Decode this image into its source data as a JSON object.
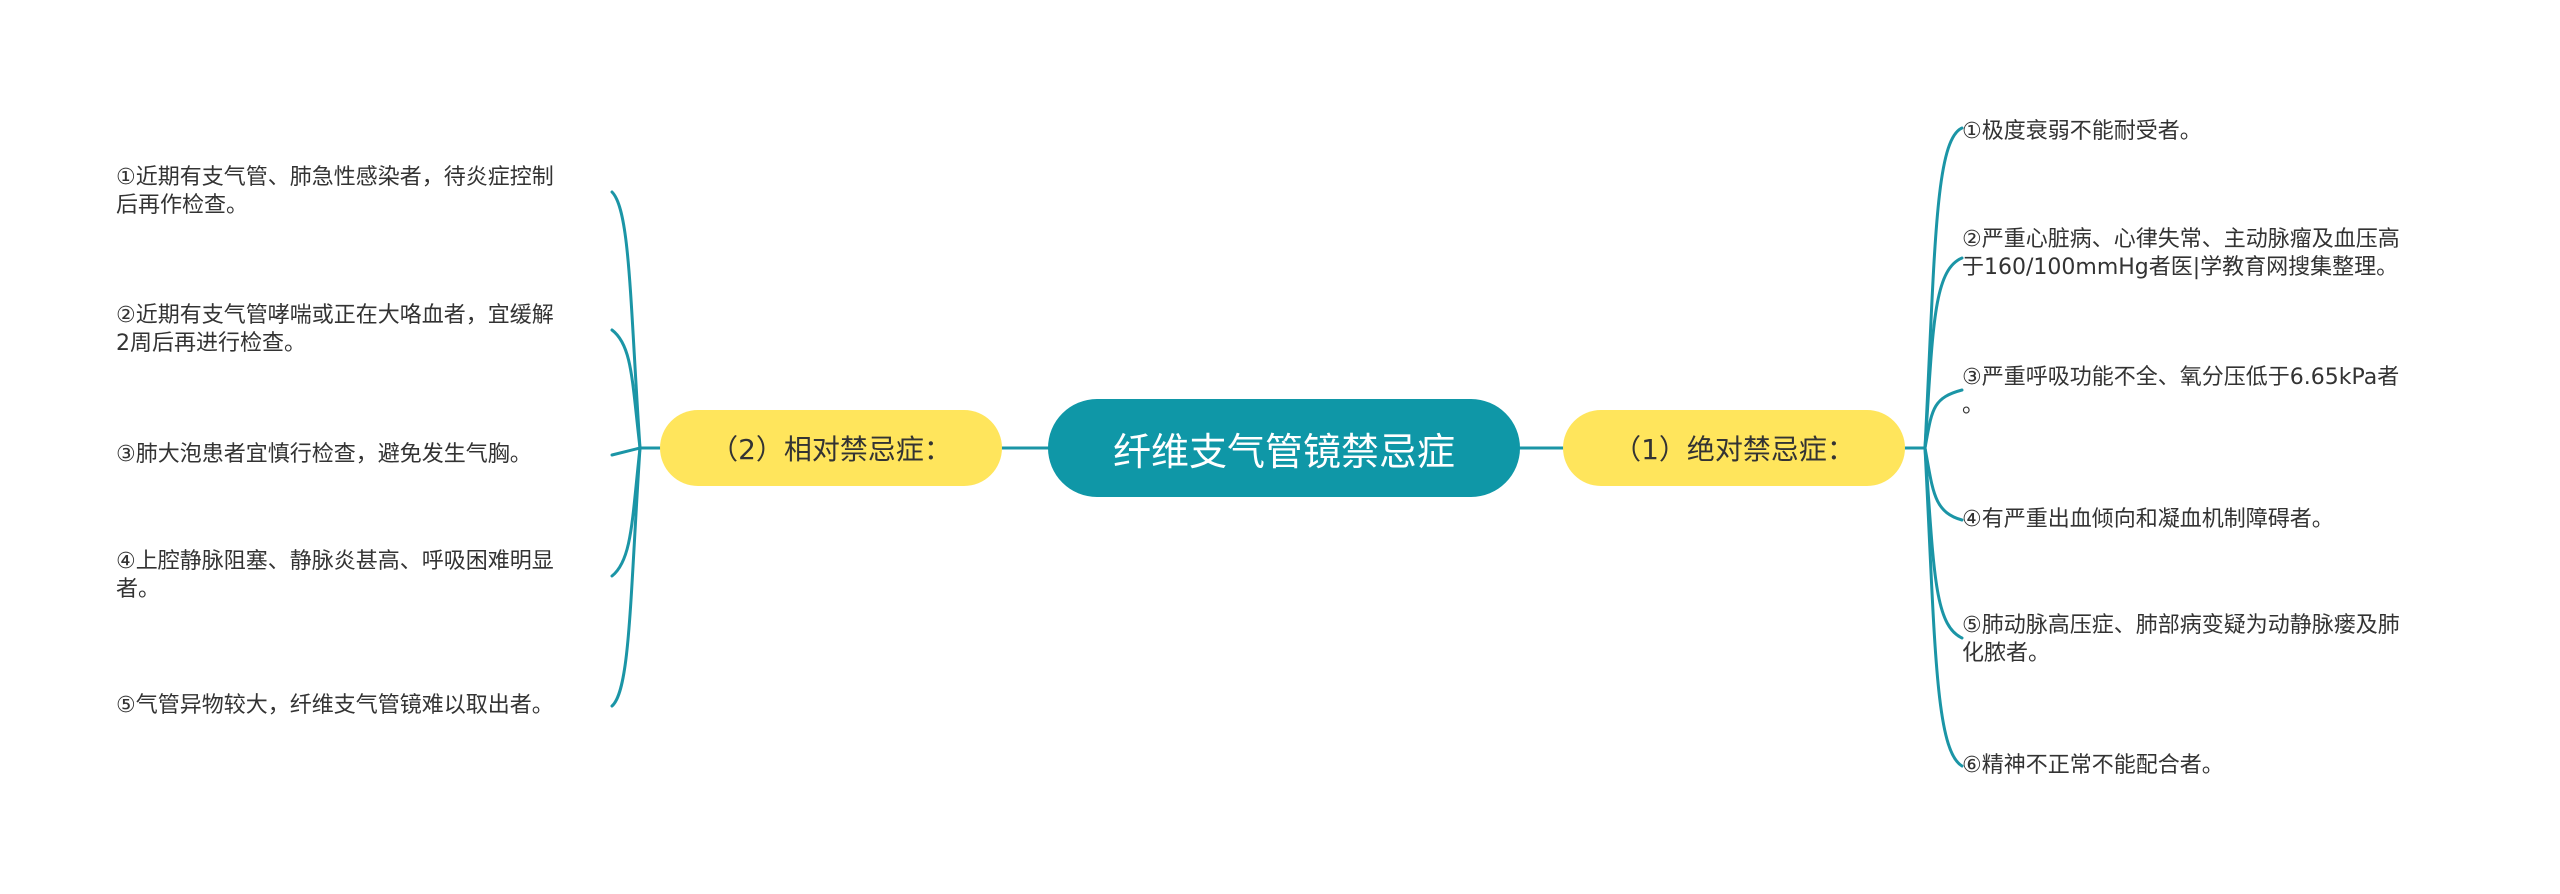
{
  "center": {
    "title": "纤维支气管镜禁忌症"
  },
  "branches": {
    "left": {
      "label": "（2）相对禁忌症："
    },
    "right": {
      "label": "（1）绝对禁忌症："
    }
  },
  "left_items": [
    "①近期有支气管、肺急性感染者，待炎症控制\n后再作检查。",
    "②近期有支气管哮喘或正在大咯血者，宜缓解\n2周后再进行检查。",
    "  ③肺大泡患者宜慎行检查，避免发生气胸。",
    "④上腔静脉阻塞、静脉炎甚高、呼吸困难明显\n者。",
    "⑤气管异物较大，纤维支气管镜难以取出者。"
  ],
  "right_items": [
    "①极度衰弱不能耐受者。",
    "②严重心脏病、心律失常、主动脉瘤及血压高\n于160/100mmHg者医|学教育网搜集整理。",
    "③严重呼吸功能不全、氧分压低于6.65kPa者\n。",
    "④有严重出血倾向和凝血机制障碍者。",
    "⑤肺动脉高压症、肺部病变疑为动静脉瘘及肺\n化脓者。",
    "⑥精神不正常不能配合者。"
  ],
  "colors": {
    "center_fill": "#0f97a7",
    "branch_fill": "#ffe55c",
    "connector": "#1b95a6",
    "text": "#333333"
  }
}
